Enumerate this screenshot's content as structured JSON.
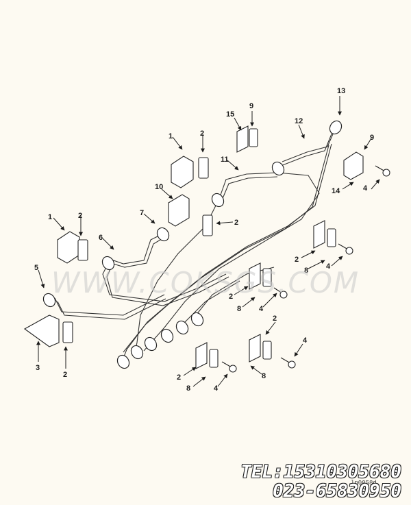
{
  "callouts": [
    {
      "id": "c13",
      "text": "13"
    },
    {
      "id": "c15",
      "text": "15"
    },
    {
      "id": "c9a",
      "text": "9"
    },
    {
      "id": "c12",
      "text": "12"
    },
    {
      "id": "c9b",
      "text": "9"
    },
    {
      "id": "c1a",
      "text": "1"
    },
    {
      "id": "c2a",
      "text": "2"
    },
    {
      "id": "c11",
      "text": "11"
    },
    {
      "id": "c14",
      "text": "14"
    },
    {
      "id": "c4a",
      "text": "4"
    },
    {
      "id": "c10",
      "text": "10"
    },
    {
      "id": "c7",
      "text": "7"
    },
    {
      "id": "c2b",
      "text": "2"
    },
    {
      "id": "c1b",
      "text": "1"
    },
    {
      "id": "c2c",
      "text": "2"
    },
    {
      "id": "c6",
      "text": "6"
    },
    {
      "id": "c2d",
      "text": "2"
    },
    {
      "id": "c8a",
      "text": "8"
    },
    {
      "id": "c4b",
      "text": "4"
    },
    {
      "id": "c5",
      "text": "5"
    },
    {
      "id": "c2e",
      "text": "2"
    },
    {
      "id": "c8b",
      "text": "8"
    },
    {
      "id": "c4c",
      "text": "4"
    },
    {
      "id": "c2f",
      "text": "2"
    },
    {
      "id": "c3",
      "text": "3"
    },
    {
      "id": "c2g",
      "text": "2"
    },
    {
      "id": "c4d",
      "text": "4"
    },
    {
      "id": "c2h",
      "text": "2"
    },
    {
      "id": "c8c",
      "text": "8"
    },
    {
      "id": "c4e",
      "text": "4"
    },
    {
      "id": "c8d",
      "text": "8"
    }
  ],
  "watermark": "WWW.CQKSGS.COM",
  "telephone": "TEL:15310305680",
  "phone": "023-65830950",
  "figure_id": "lp0058d"
}
